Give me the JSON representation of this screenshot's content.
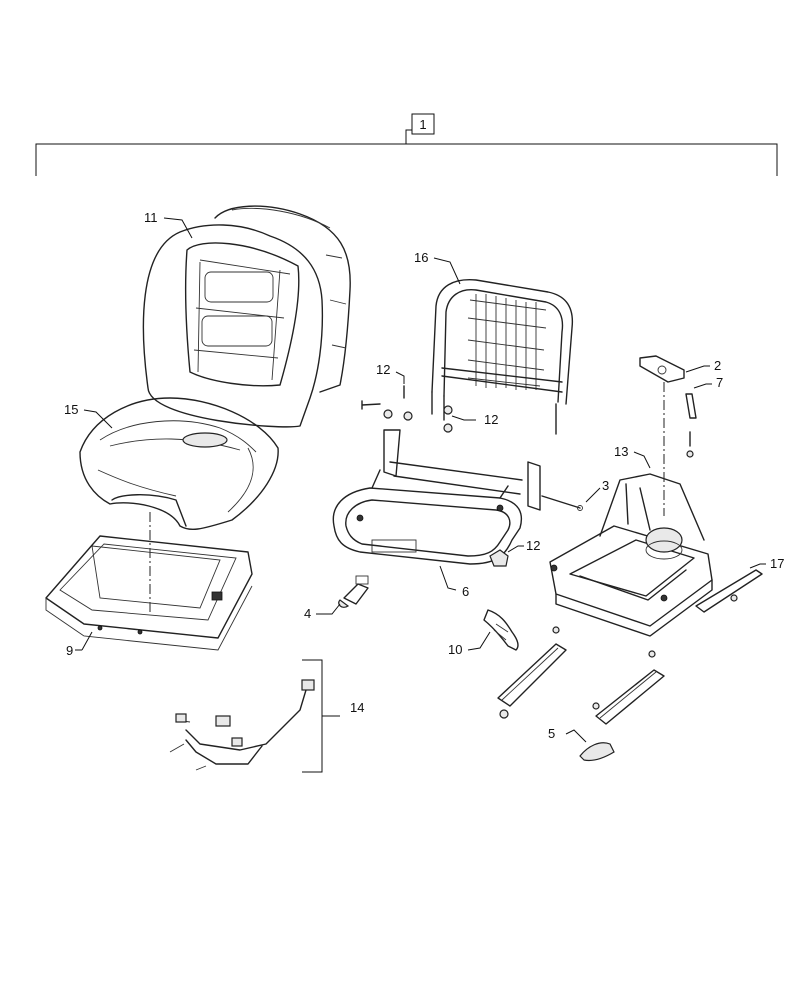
{
  "callouts": {
    "c1": "1",
    "c2": "2",
    "c3": "3",
    "c4": "4",
    "c5": "5",
    "c6": "6",
    "c7": "7",
    "c9": "9",
    "c10": "10",
    "c11": "11",
    "c12a": "12",
    "c12b": "12",
    "c12c": "12",
    "c13": "13",
    "c14": "14",
    "c15": "15",
    "c16": "16",
    "c17": "17"
  }
}
